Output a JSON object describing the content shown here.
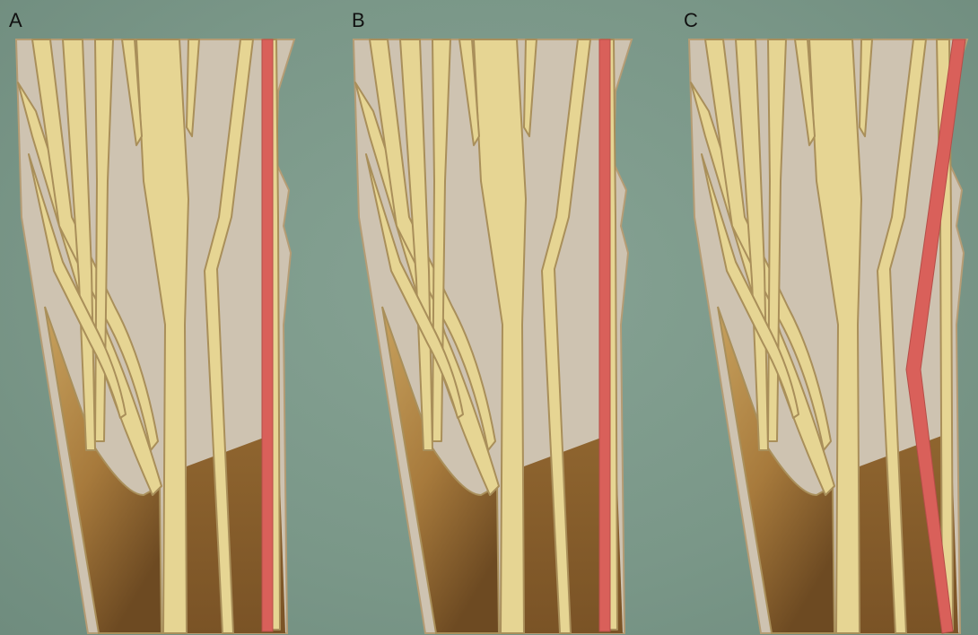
{
  "panels": [
    {
      "label": "A"
    },
    {
      "label": "B"
    },
    {
      "label": "C"
    }
  ],
  "colors": {
    "background": "#7c9a8b",
    "tissue": "#cdc2b0",
    "tendon": "#e3d28f",
    "tendon_outline": "#a98f5a",
    "muscle_dark": "#8a5f2c",
    "muscle_light": "#c39b58",
    "artery": "#d9605a"
  }
}
